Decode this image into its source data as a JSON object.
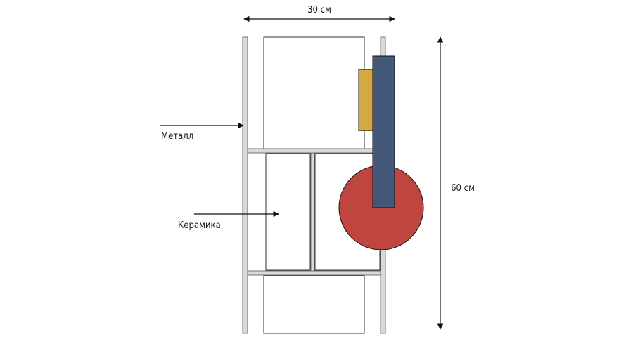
{
  "labels": {
    "width": "30 см",
    "height": "60 см",
    "metal": "Металл",
    "ceramic": "Керамика"
  },
  "colors": {
    "metal_fill": "#d9d9d9",
    "metal_stroke": "#707070",
    "yellow": "#d4a843",
    "blue": "#44587a",
    "red": "#bf4540",
    "line": "#111111"
  }
}
